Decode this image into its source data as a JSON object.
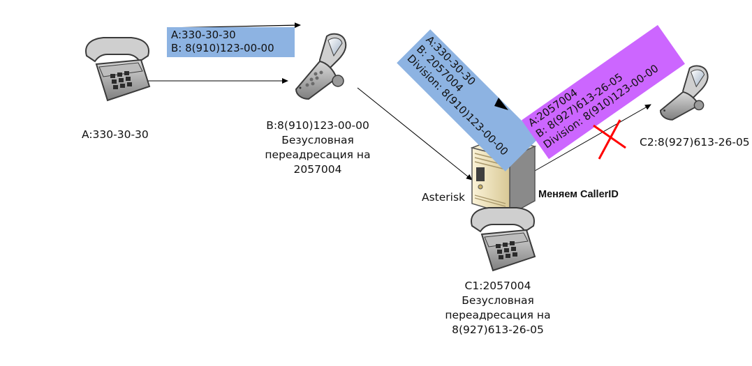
{
  "phone_a": {
    "label": "A:330-30-30"
  },
  "box_top": {
    "line1": "A:330-30-30",
    "line2": "B: 8(910)123-00-00"
  },
  "phone_b": {
    "line1": "B:8(910)123-00-00",
    "line2": "Безусловная",
    "line3": "переадресация на",
    "line4": "2057004"
  },
  "box_blue_diag": {
    "line1": "A:330-30-30",
    "line2": "B: 2057004",
    "line3": "Division: 8(910)123-00-00"
  },
  "server": {
    "label": "Asterisk",
    "action": "Меняем CallerID"
  },
  "box_purple_diag": {
    "line1": "A:2057004",
    "line2": "B: 8(927)613-26-05",
    "line3": "Division: 8(910)123-00-00"
  },
  "phone_c2": {
    "label": "C2:8(927)613-26-05"
  },
  "phone_c1": {
    "line1": "C1:2057004",
    "line2": "Безусловная",
    "line3": "переадресация на",
    "line4": "8(927)613-26-05"
  },
  "colors": {
    "blue_box": "#8db3e2",
    "purple_box": "#cc66ff",
    "cross": "#ff0000"
  },
  "icons": [
    "desk-phone-icon",
    "mobile-phone-icon",
    "server-icon",
    "cross-icon"
  ]
}
